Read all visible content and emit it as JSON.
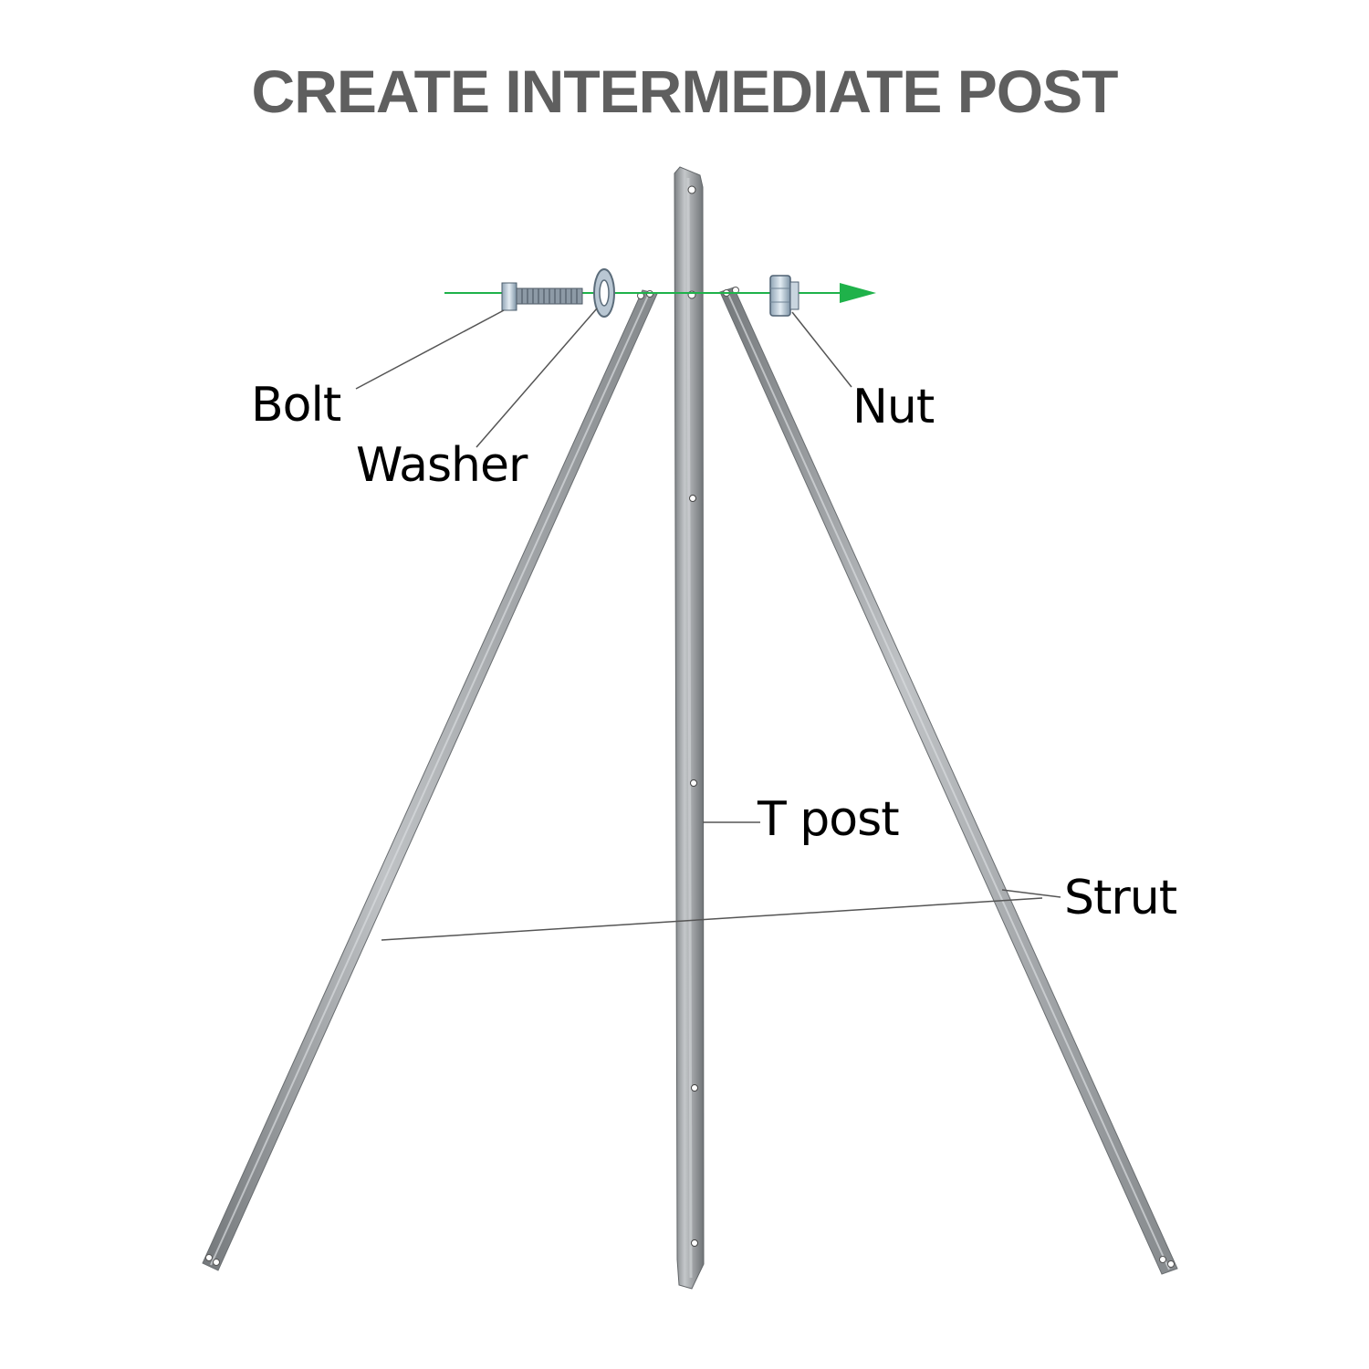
{
  "title": "CREATE INTERMEDIATE POST",
  "labels": {
    "bolt": "Bolt",
    "washer": "Washer",
    "nut": "Nut",
    "t_post": "T post",
    "strut": "Strut"
  },
  "colors": {
    "title": "#5f5f5f",
    "arrow": "#1fb24a",
    "steel": "#a9acaf",
    "leader": "#555555"
  }
}
